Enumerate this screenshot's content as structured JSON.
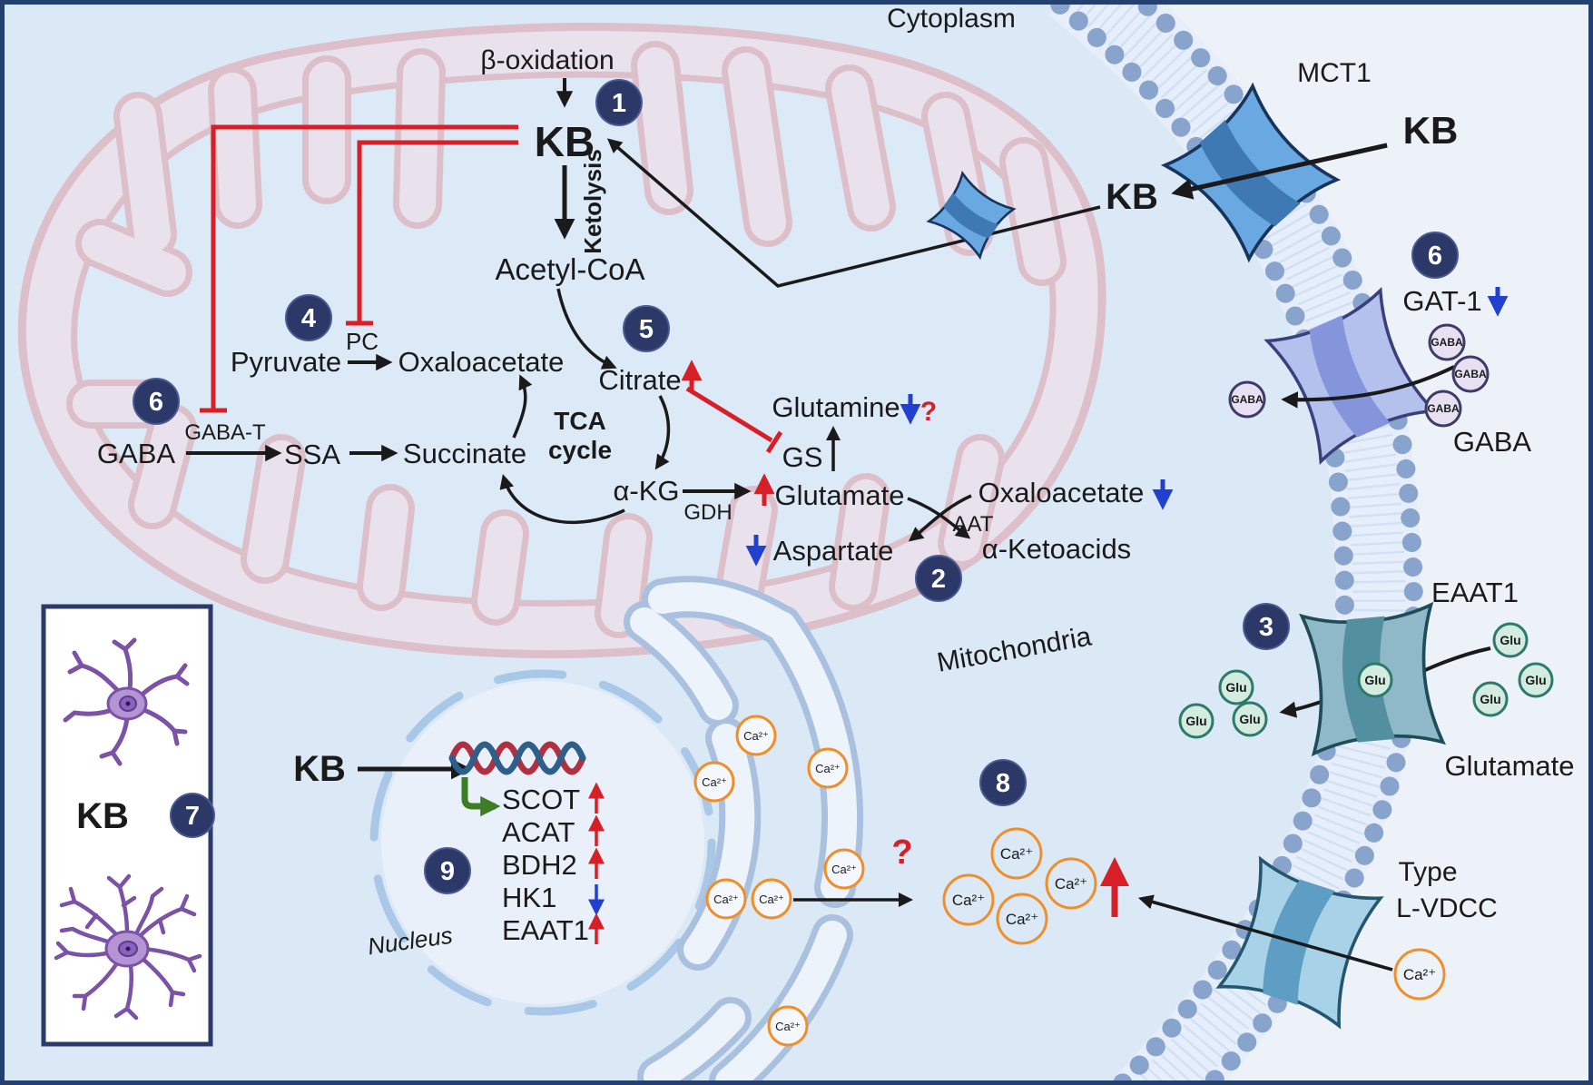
{
  "colors": {
    "cell_bg": "#dbe8f6",
    "outside_bg": "#edf1f8",
    "membrane_dots": "#88a3cc",
    "red": "#d61f26",
    "blue": "#2140d0",
    "green": "#3d7d23",
    "badge_navy": "#2c3968",
    "mito_fill": "#e9e2ed",
    "mito_outline": "#dcbfc9",
    "ca_orange": "#ef8f2a",
    "glu_teal": "#2c7a6a",
    "gaba_outline": "#3f3a66",
    "astrocyte_purple": "#7b52a6"
  },
  "regions": {
    "cytoplasm": "Cytoplasm",
    "mitochondria": "Mitochondria",
    "nucleus": "Nucleus"
  },
  "pathway": {
    "beta_oxidation": "β-oxidation",
    "kb": "KB",
    "ketolysis": "Ketolysis",
    "acetyl_coa": "Acetyl-CoA",
    "pyruvate": "Pyruvate",
    "pc": "PC",
    "oxaloacetate": "Oxaloacetate",
    "gaba": "GABA",
    "gaba_t": "GABA-T",
    "ssa": "SSA",
    "succinate": "Succinate",
    "tca_line1": "TCA",
    "tca_line2": "cycle",
    "citrate": "Citrate",
    "alpha_kg": "α-KG",
    "gdh": "GDH",
    "glutamate": "Glutamate",
    "gs": "GS",
    "glutamine": "Glutamine",
    "glutamine_question": "?",
    "aspartate": "Aspartate",
    "aat": "AAT",
    "oxaloacetate_low": "Oxaloacetate",
    "alpha_ketoacids": "α-Ketoacids"
  },
  "membrane": {
    "mct1": "MCT1",
    "kb_outside": "KB",
    "kb_inside": "KB",
    "gat1": "GAT-1",
    "gaba_label": "GABA",
    "eaat1": "EAAT1",
    "glutamate_label": "Glutamate",
    "lvdcc_line1": "Type",
    "lvdcc_line2": "L-VDCC"
  },
  "molecules": {
    "gaba": "GABA",
    "glu": "Glu",
    "ca": "Ca²⁺"
  },
  "nucleus_panel": {
    "kb": "KB",
    "genes": [
      {
        "name": "SCOT",
        "trend": "up"
      },
      {
        "name": "ACAT",
        "trend": "up"
      },
      {
        "name": "BDH2",
        "trend": "up"
      },
      {
        "name": "HK1",
        "trend": "down"
      },
      {
        "name": "EAAT1",
        "trend": "up"
      }
    ]
  },
  "calcium": {
    "question": "?"
  },
  "neuron_box": {
    "kb": "KB"
  },
  "badges": {
    "n1": "1",
    "n2": "2",
    "n3": "3",
    "n4": "4",
    "n5": "5",
    "n6": "6",
    "n7": "7",
    "n8": "8",
    "n9": "9"
  }
}
